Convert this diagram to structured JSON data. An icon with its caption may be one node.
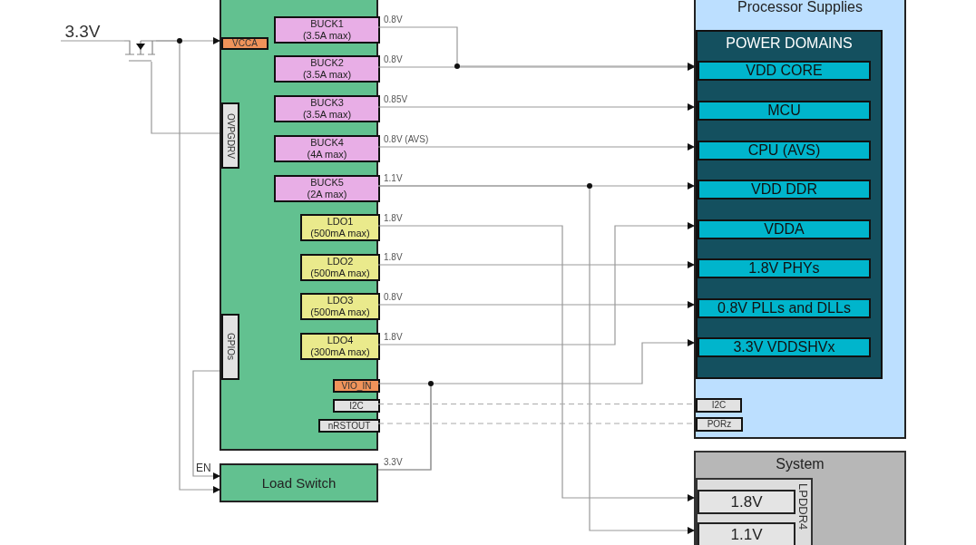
{
  "diagram": {
    "nodes": [
      {
        "text": [],
        "shape": "box"
      },
      {
        "text": [
          "VCCA"
        ],
        "in": 0
      },
      {
        "text": [
          "OVPGDRV"
        ],
        "in": 0
      },
      {
        "text": [
          "GPIOs"
        ],
        "in": 0
      },
      {
        "text": [
          "BUCK1 (3.5A max)"
        ],
        "in": 0
      },
      {
        "text": [
          "BUCK2 (3.5A max)"
        ],
        "in": 0
      },
      {
        "text": [
          "BUCK3 (3.5A max)"
        ],
        "in": 0
      },
      {
        "text": [
          "BUCK4 (4A max)"
        ],
        "in": 0
      },
      {
        "text": [
          "BUCK5 (2A max)"
        ],
        "in": 0
      },
      {
        "text": [
          "LDO1 (500mA max)"
        ],
        "in": 0
      },
      {
        "text": [
          "LDO2 (500mA max)"
        ],
        "in": 0
      },
      {
        "text": [
          "LDO3 (500mA max)"
        ],
        "in": 0
      },
      {
        "text": [
          "LDO4 (300mA max)"
        ],
        "in": 0
      },
      {
        "text": [
          "VIO_IN"
        ],
        "in": 0
      },
      {
        "text": [
          "I2C"
        ],
        "in": 0
      },
      {
        "text": [
          "nRSTOUT"
        ],
        "in": 0
      },
      {
        "text": [
          "Load Switch"
        ]
      },
      {
        "text": [
          "Processor Supplies"
        ]
      },
      {
        "text": [
          "POWER DOMAINS"
        ],
        "in": 17
      },
      {
        "text": [
          "VDD CORE"
        ],
        "in": 18
      },
      {
        "text": [
          "MCU"
        ],
        "in": 18
      },
      {
        "text": [
          "CPU (AVS)"
        ],
        "in": 18
      },
      {
        "text": [
          "VDD DDR"
        ],
        "in": 18
      },
      {
        "text": [
          "VDDA"
        ],
        "in": 18
      },
      {
        "text": [
          "1.8V PHYs"
        ],
        "in": 18
      },
      {
        "text": [
          "0.8V PLLs and DLLs"
        ],
        "in": 18
      },
      {
        "text": [
          "3.3V VDDSHVx"
        ],
        "in": 18
      },
      {
        "text": [
          "I2C"
        ],
        "in": 17
      },
      {
        "text": [
          "PORz"
        ],
        "in": 17
      },
      {
        "text": [
          "System"
        ]
      },
      {
        "text": [
          "LPDDR4"
        ],
        "in": 29
      },
      {
        "text": [
          "1.8V"
        ],
        "in": 30
      },
      {
        "text": [
          "1.1V"
        ],
        "in": 30
      },
      {
        "text": [
          "3.3V"
        ]
      },
      {
        "text": [],
        "shape": "transistor"
      }
    ],
    "edges": [
      {
        "from": 33,
        "to": 34,
        "arrow": "none"
      },
      {
        "from": 34,
        "to": 1,
        "arrow": "to"
      },
      {
        "from": 34,
        "to": 16,
        "arrow": "to"
      },
      {
        "from": 2,
        "to": 34,
        "arrow": "none"
      },
      {
        "from": 3,
        "to": 16,
        "arrow": "to",
        "label": "EN"
      },
      {
        "from": 4,
        "to": 19,
        "arrow": "to",
        "label": "0.8V"
      },
      {
        "from": 5,
        "to": 19,
        "arrow": "to",
        "label": "0.8V"
      },
      {
        "from": 6,
        "to": 20,
        "arrow": "to",
        "label": "0.85V"
      },
      {
        "from": 7,
        "to": 21,
        "arrow": "to",
        "label": "0.8V (AVS)"
      },
      {
        "from": 8,
        "to": 22,
        "arrow": "to",
        "label": "1.1V"
      },
      {
        "from": 8,
        "to": 32,
        "arrow": "to"
      },
      {
        "from": 9,
        "to": 31,
        "arrow": "to",
        "label": "1.8V"
      },
      {
        "from": 10,
        "to": 24,
        "arrow": "to",
        "label": "1.8V"
      },
      {
        "from": 11,
        "to": 25,
        "arrow": "to",
        "label": "0.8V"
      },
      {
        "from": 12,
        "to": 23,
        "arrow": "to",
        "label": "1.8V"
      },
      {
        "from": 16,
        "to": 26,
        "arrow": "to",
        "label": "3.3V"
      },
      {
        "from": 16,
        "to": 13,
        "arrow": "none"
      },
      {
        "from": 14,
        "to": 27,
        "arrow": "none",
        "style": "dashed"
      },
      {
        "from": 15,
        "to": 28,
        "arrow": "none",
        "style": "dashed"
      }
    ]
  }
}
